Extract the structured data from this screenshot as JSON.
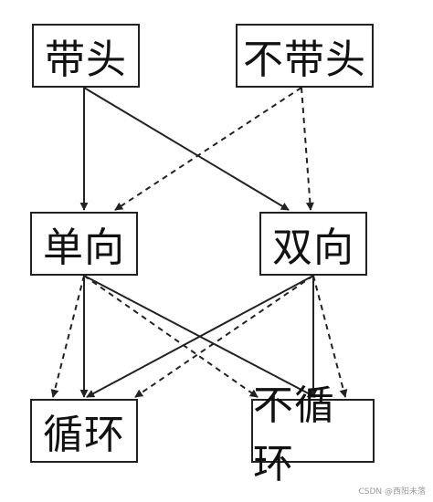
{
  "nodes": {
    "with_head": "带头",
    "without_head": "不带头",
    "singly": "单向",
    "doubly": "双向",
    "circular": "循环",
    "non_circular": "不循环"
  },
  "watermark": "CSDN @西阳未落",
  "colors": {
    "line": "#222222",
    "background": "#ffffff"
  }
}
